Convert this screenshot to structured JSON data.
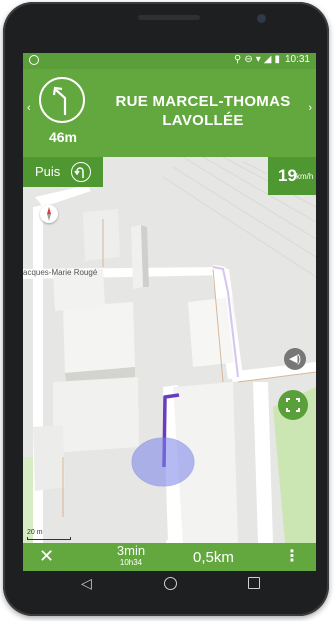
{
  "status_bar": {
    "time": "10:31",
    "icons": [
      "location-icon",
      "dnd-icon",
      "wifi-icon",
      "signal-icon",
      "battery-icon"
    ]
  },
  "navigation": {
    "turn_icon": "turn-sharp-left-icon",
    "distance": "46m",
    "street": "RUE MARCEL-THOMAS LAVOLLÉE",
    "prev_icon": "chevron-left-icon",
    "next_icon": "chevron-right-icon"
  },
  "next_instruction": {
    "label": "Puis",
    "icon": "u-turn-left-icon"
  },
  "speed": {
    "value": "19",
    "unit": "km/h"
  },
  "map": {
    "street_label": "acques-Marie Rougé",
    "scale_label": "20 m",
    "colors": {
      "route": "#6a3cc2",
      "position": "#7b83ea",
      "accent": "#62a83f"
    }
  },
  "trip": {
    "duration": "3min",
    "arrival": "10h34",
    "remaining": "0,5km"
  }
}
